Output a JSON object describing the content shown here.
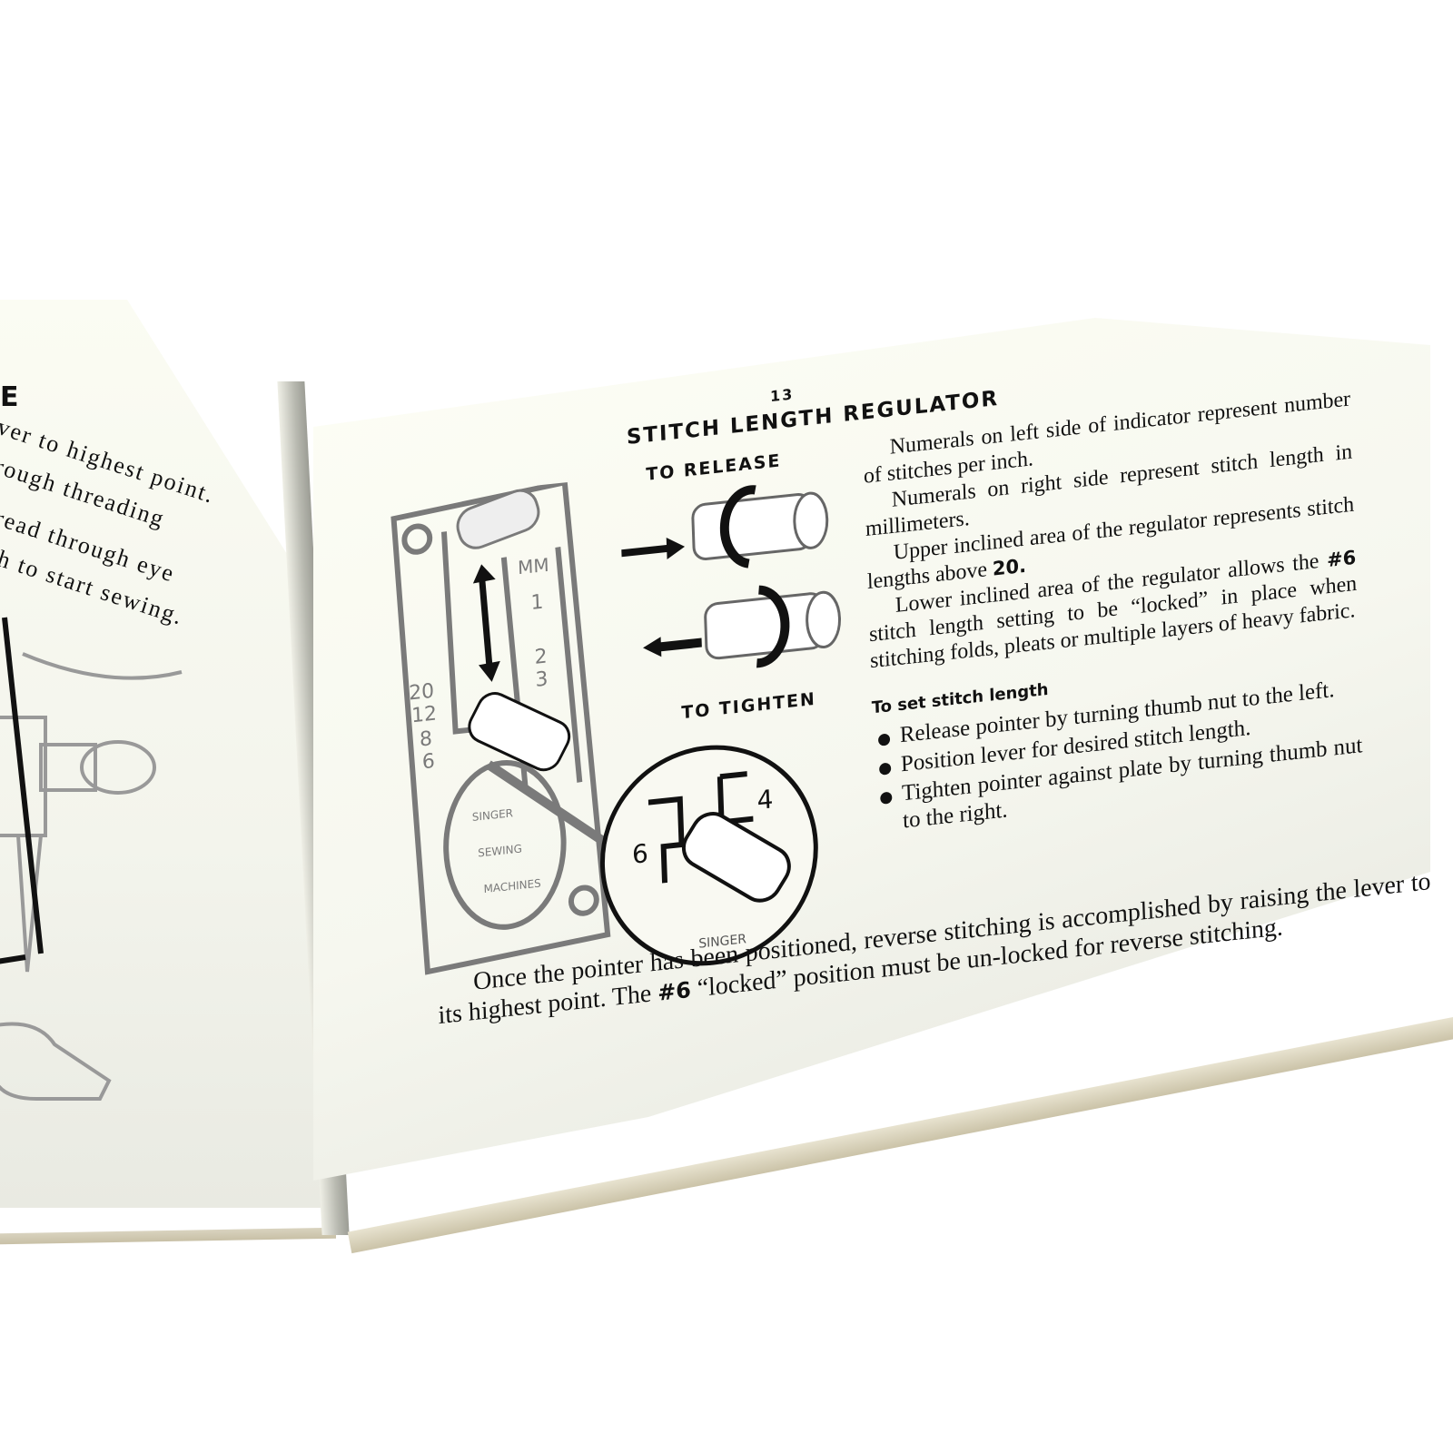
{
  "left_page": {
    "title_fragment": "E",
    "paragraphs": [
      "ever to highest point.",
      "through threading",
      "t thread through eye",
      "which to start sewing."
    ]
  },
  "right_page": {
    "page_number": "13",
    "heading": "STITCH LENGTH REGULATOR",
    "figure_labels": {
      "release": "TO RELEASE",
      "tighten": "TO TIGHTEN",
      "scale_unit": "MM",
      "left_scale": [
        "20",
        "12",
        "8",
        "6"
      ],
      "right_scale": [
        "1",
        "2",
        "3"
      ],
      "inset_left": "6",
      "inset_right": "4",
      "logo_text": [
        "SINGER",
        "SEWING",
        "MACHINES"
      ],
      "inset_logo_text": "SINGER"
    },
    "paragraphs": [
      "Numerals on left side of indicator represent number of stitches per inch.",
      "Numerals on right side represent stitch length in millimeters.",
      "Upper inclined area of the regulator represents stitch lengths above",
      "Lower inclined area of the regulator allows the",
      "stitch length setting to be “locked” in place when stitching folds, pleats or multiple layers of heavy fabric."
    ],
    "bold_values": {
      "above_value": "20.",
      "locked_setting": "#6"
    },
    "subheading": "To set stitch length",
    "steps": [
      "Release pointer by turning thumb nut to the left.",
      "Position lever for desired stitch length.",
      "Tighten pointer against plate by turning thumb nut to the right."
    ],
    "footer": {
      "part1": "Once the pointer has been positioned, reverse stitching is accomplished by raising the lever to its highest point. The",
      "bold": "#6",
      "part2": "“locked” position must be un-locked for reverse stitching."
    }
  },
  "colors": {
    "paper": "#f7f8ef",
    "ink": "#111111",
    "illustration_gray": "#8a8a8a",
    "page_edge": "#cbc3a8"
  }
}
